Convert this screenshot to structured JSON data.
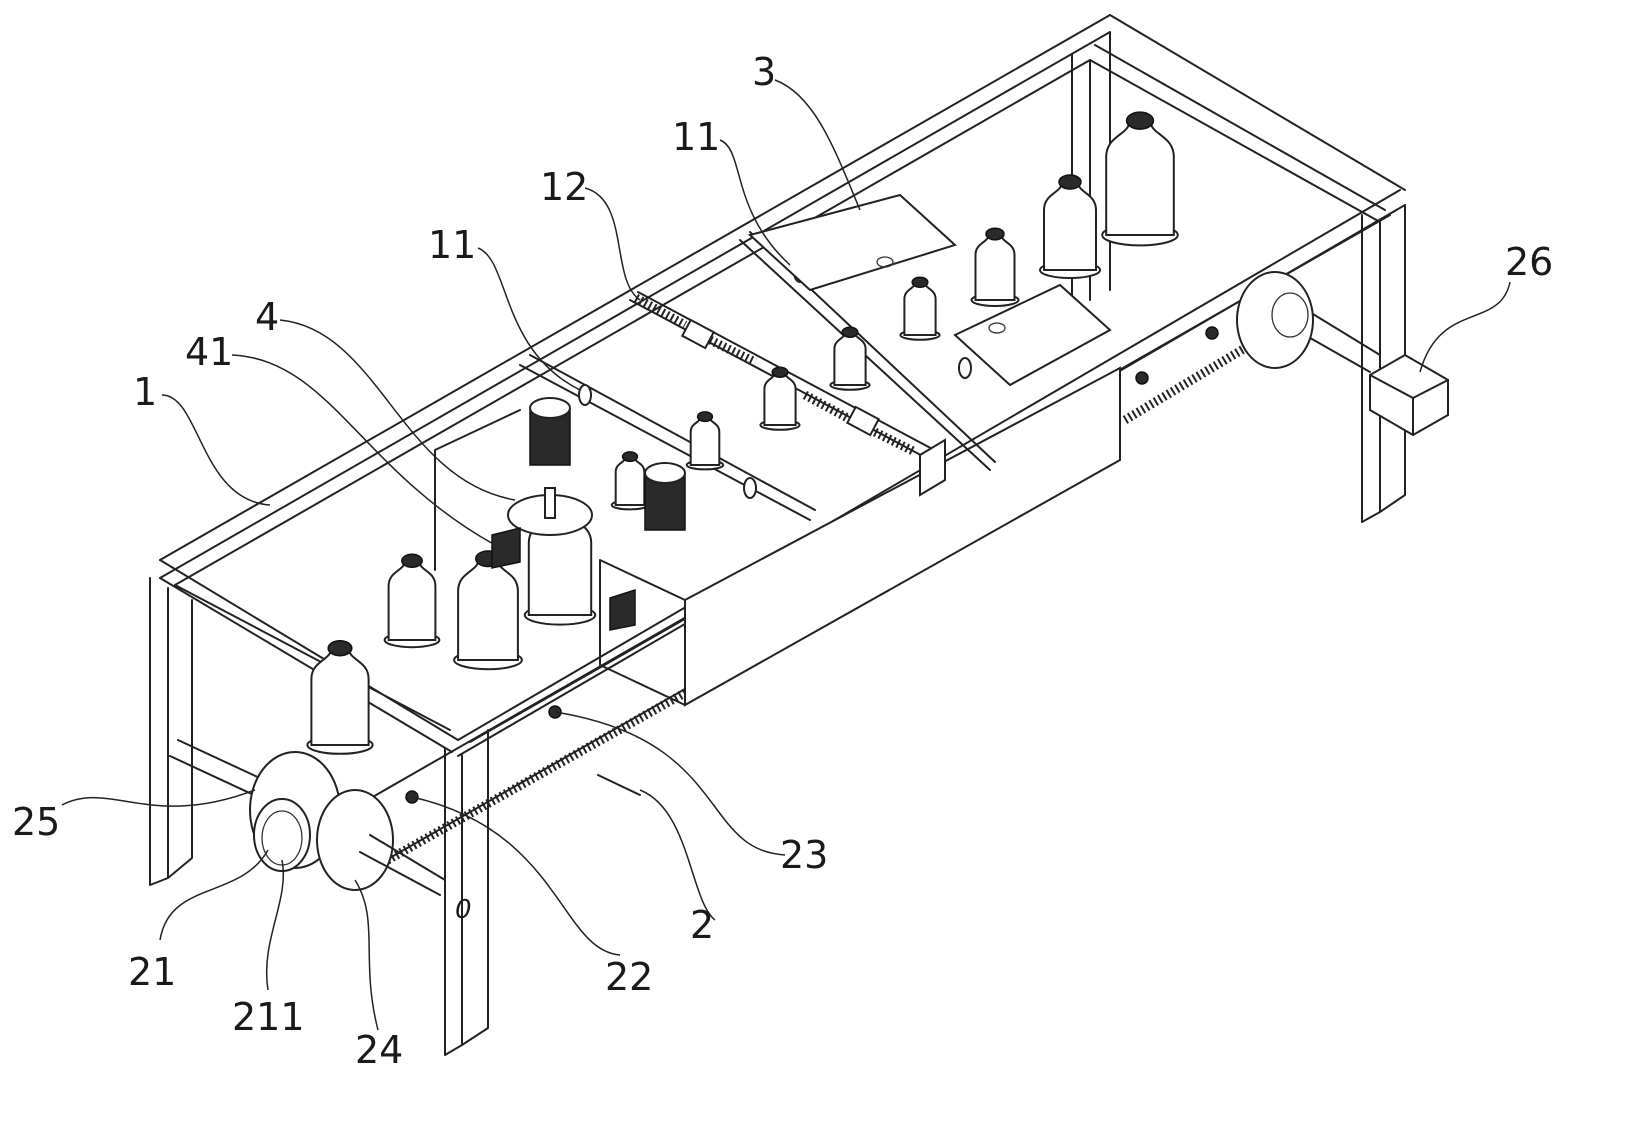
{
  "figure": {
    "type": "patent-technical-drawing",
    "subject": "bottle conveying / labeling frame machine, isometric view",
    "line_color": "#222222",
    "background_color": "#ffffff"
  },
  "labels": [
    {
      "id": "label-1",
      "text": "1"
    },
    {
      "id": "label-2",
      "text": "2"
    },
    {
      "id": "label-3",
      "text": "3"
    },
    {
      "id": "label-4",
      "text": "4"
    },
    {
      "id": "label-11a",
      "text": "11"
    },
    {
      "id": "label-11b",
      "text": "11"
    },
    {
      "id": "label-12",
      "text": "12"
    },
    {
      "id": "label-21",
      "text": "21"
    },
    {
      "id": "label-211",
      "text": "211"
    },
    {
      "id": "label-22",
      "text": "22"
    },
    {
      "id": "label-23",
      "text": "23"
    },
    {
      "id": "label-24",
      "text": "24"
    },
    {
      "id": "label-25",
      "text": "25"
    },
    {
      "id": "label-26",
      "text": "26"
    },
    {
      "id": "label-41",
      "text": "41"
    }
  ],
  "leg_mark": "0"
}
